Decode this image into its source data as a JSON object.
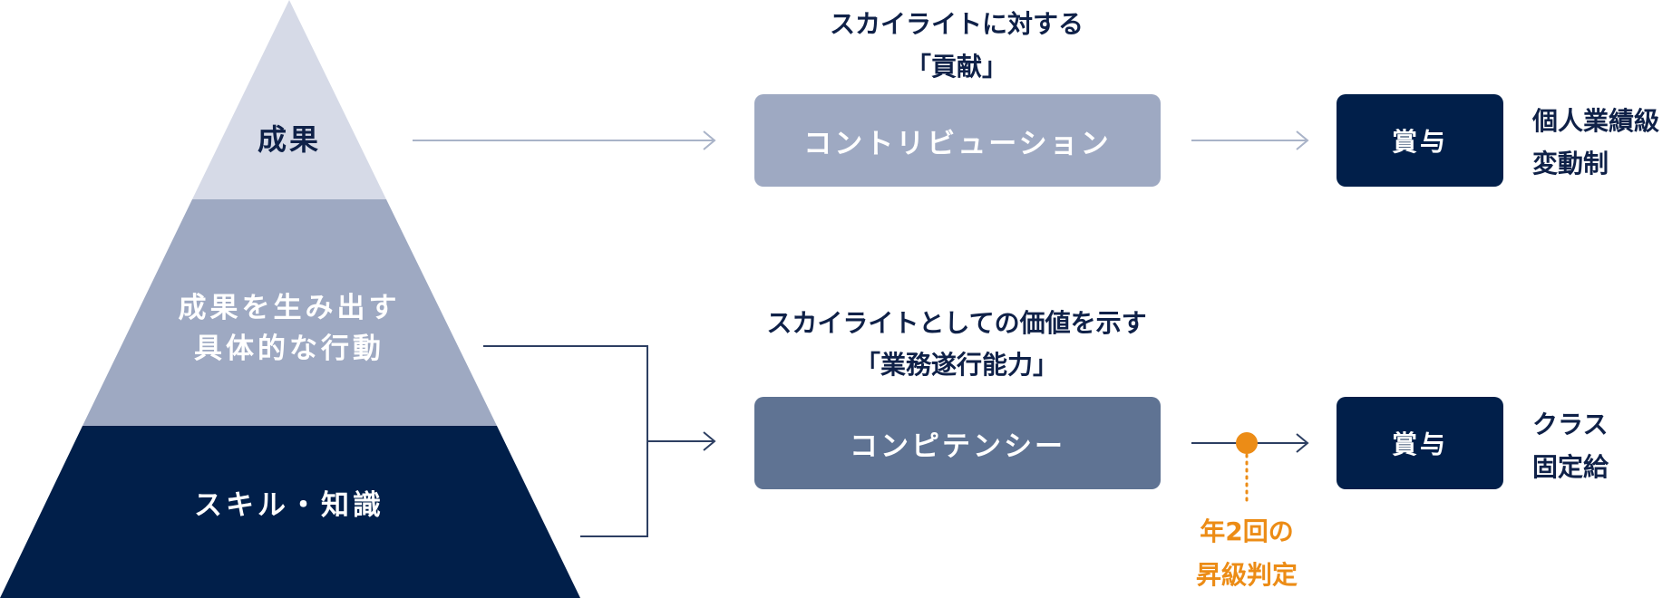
{
  "pyramid": {
    "top": {
      "label": "成果",
      "color": "#d6dae7",
      "text_color": "#0f2148"
    },
    "middle": {
      "line1": "成果を生み出す",
      "line2": "具体的な行動",
      "color": "#9ea9c2",
      "text_color": "#ffffff"
    },
    "bottom": {
      "label": "スキル・知識",
      "color": "#011f4a",
      "text_color": "#ffffff"
    }
  },
  "contribution": {
    "heading_line1": "スカイライトに対する",
    "heading_line2": "「貢献」",
    "box_label": "コントリビューション",
    "box_color": "#9ea9c2"
  },
  "competency": {
    "heading_line1": "スカイライトとしての価値を示す",
    "heading_line2": "「業務遂行能力」",
    "box_label": "コンピテンシー",
    "box_color": "#5f7393"
  },
  "bonus_top": {
    "box_label": "賞与",
    "desc_line1": "個人業績級",
    "desc_line2": "変動制"
  },
  "bonus_bottom": {
    "box_label": "賞与",
    "desc_line1": "クラス",
    "desc_line2": "固定給"
  },
  "promotion_note": {
    "line1": "年2回の",
    "line2": "昇級判定",
    "color": "#ec8c16"
  },
  "colors": {
    "navy": "#011f4a",
    "heading_text": "#0f2148",
    "arrow_light": "#a9b3c8",
    "arrow_dark": "#2d3f62"
  }
}
